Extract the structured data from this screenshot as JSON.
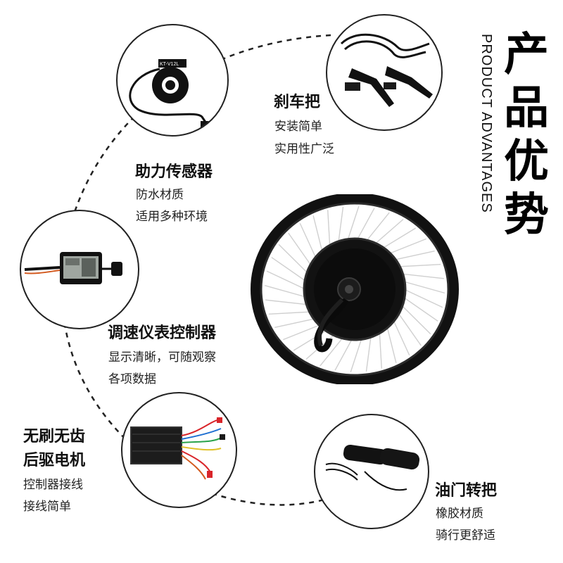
{
  "header": {
    "title_cn": "产品优势",
    "title_en": "PRODUCT ADVANTAGES"
  },
  "features": {
    "brake": {
      "title": "刹车把",
      "line1": "安装简单",
      "line2": "实用性广泛"
    },
    "sensor": {
      "title": "助力传感器",
      "line1": "防水材质",
      "line2": "适用多种环境",
      "device_label": "KT-V12L"
    },
    "display": {
      "title": "调速仪表控制器",
      "line1": "显示清晰，可随观察",
      "line2": "各项数据"
    },
    "controller": {
      "title_line1": "无刷无齿",
      "title_line2": "后驱电机",
      "line1": "控制器接线",
      "line2": "接线简单"
    },
    "throttle": {
      "title": "油门转把",
      "line1": "橡胶材质",
      "line2": "骑行更舒适"
    }
  },
  "icons": [
    "brake-lever-icon",
    "pas-sensor-icon",
    "lcd-display-icon",
    "controller-box-icon",
    "throttle-grip-icon",
    "hub-motor-wheel-icon"
  ]
}
